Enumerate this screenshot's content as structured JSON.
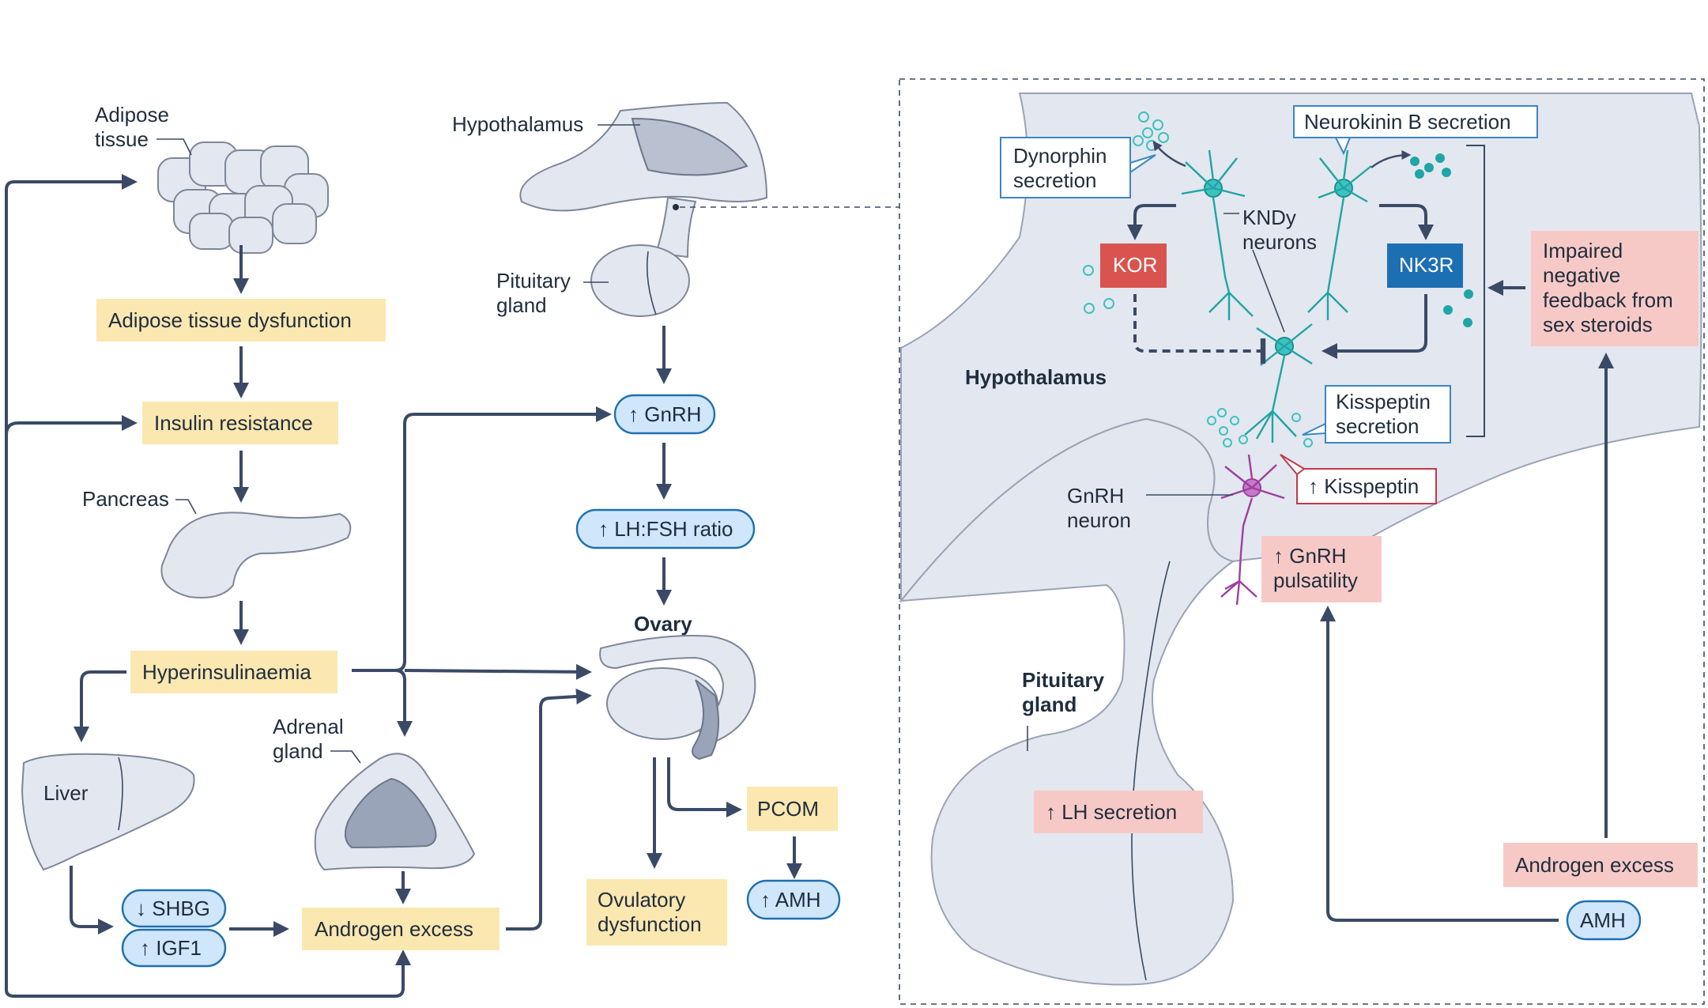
{
  "left": {
    "adipose_label": "Adipose\ntissue",
    "adipose_dysfunction": "Adipose tissue dysfunction",
    "insulin_resistance": "Insulin resistance",
    "pancreas_label": "Pancreas",
    "hyperinsulinaemia": "Hyperinsulinaemia",
    "liver_label": "Liver",
    "shbg": "↓ SHBG",
    "igf1": "↑ IGF1",
    "adrenal_label": "Adrenal\ngland",
    "androgen_excess": "Androgen excess"
  },
  "middle": {
    "hypothalamus_label": "Hypothalamus",
    "pituitary_label": "Pituitary\ngland",
    "gnrh": "↑ GnRH",
    "lh_fsh": "↑ LH:FSH ratio",
    "ovary_label": "Ovary",
    "pcom": "PCOM",
    "amh": "↑ AMH",
    "ovulatory": "Ovulatory\ndysfunction"
  },
  "right": {
    "dynorphin": "Dynorphin\nsecretion",
    "neurokinin": "Neurokinin B secretion",
    "kndy": "KNDy\nneurons",
    "kor": "KOR",
    "nk3r": "NK3R",
    "impaired": "Impaired\nnegative\nfeedback from\nsex steroids",
    "hypothalamus_label": "Hypothalamus",
    "kisspeptin_secretion": "Kisspeptin\nsecretion",
    "kisspeptin_up": "↑ Kisspeptin",
    "gnrh_neuron": "GnRH\nneuron",
    "gnrh_pulsatility": "↑ GnRH\npulsatility",
    "pituitary_label": "Pituitary\ngland",
    "lh_secretion": "↑ LH secretion",
    "androgen_excess": "Androgen excess",
    "amh": "AMH"
  },
  "colors": {
    "yellow_box": "#fbe7b0",
    "pink_box": "#f7c9c6",
    "pill_fill": "#cfe6fb",
    "kor_red": "#d9544f",
    "nk3r_blue": "#1d6fb4",
    "kndy_teal": "#1fa5a5",
    "gnrh_purple": "#9c3fa1",
    "arrow": "#3a4a66"
  }
}
